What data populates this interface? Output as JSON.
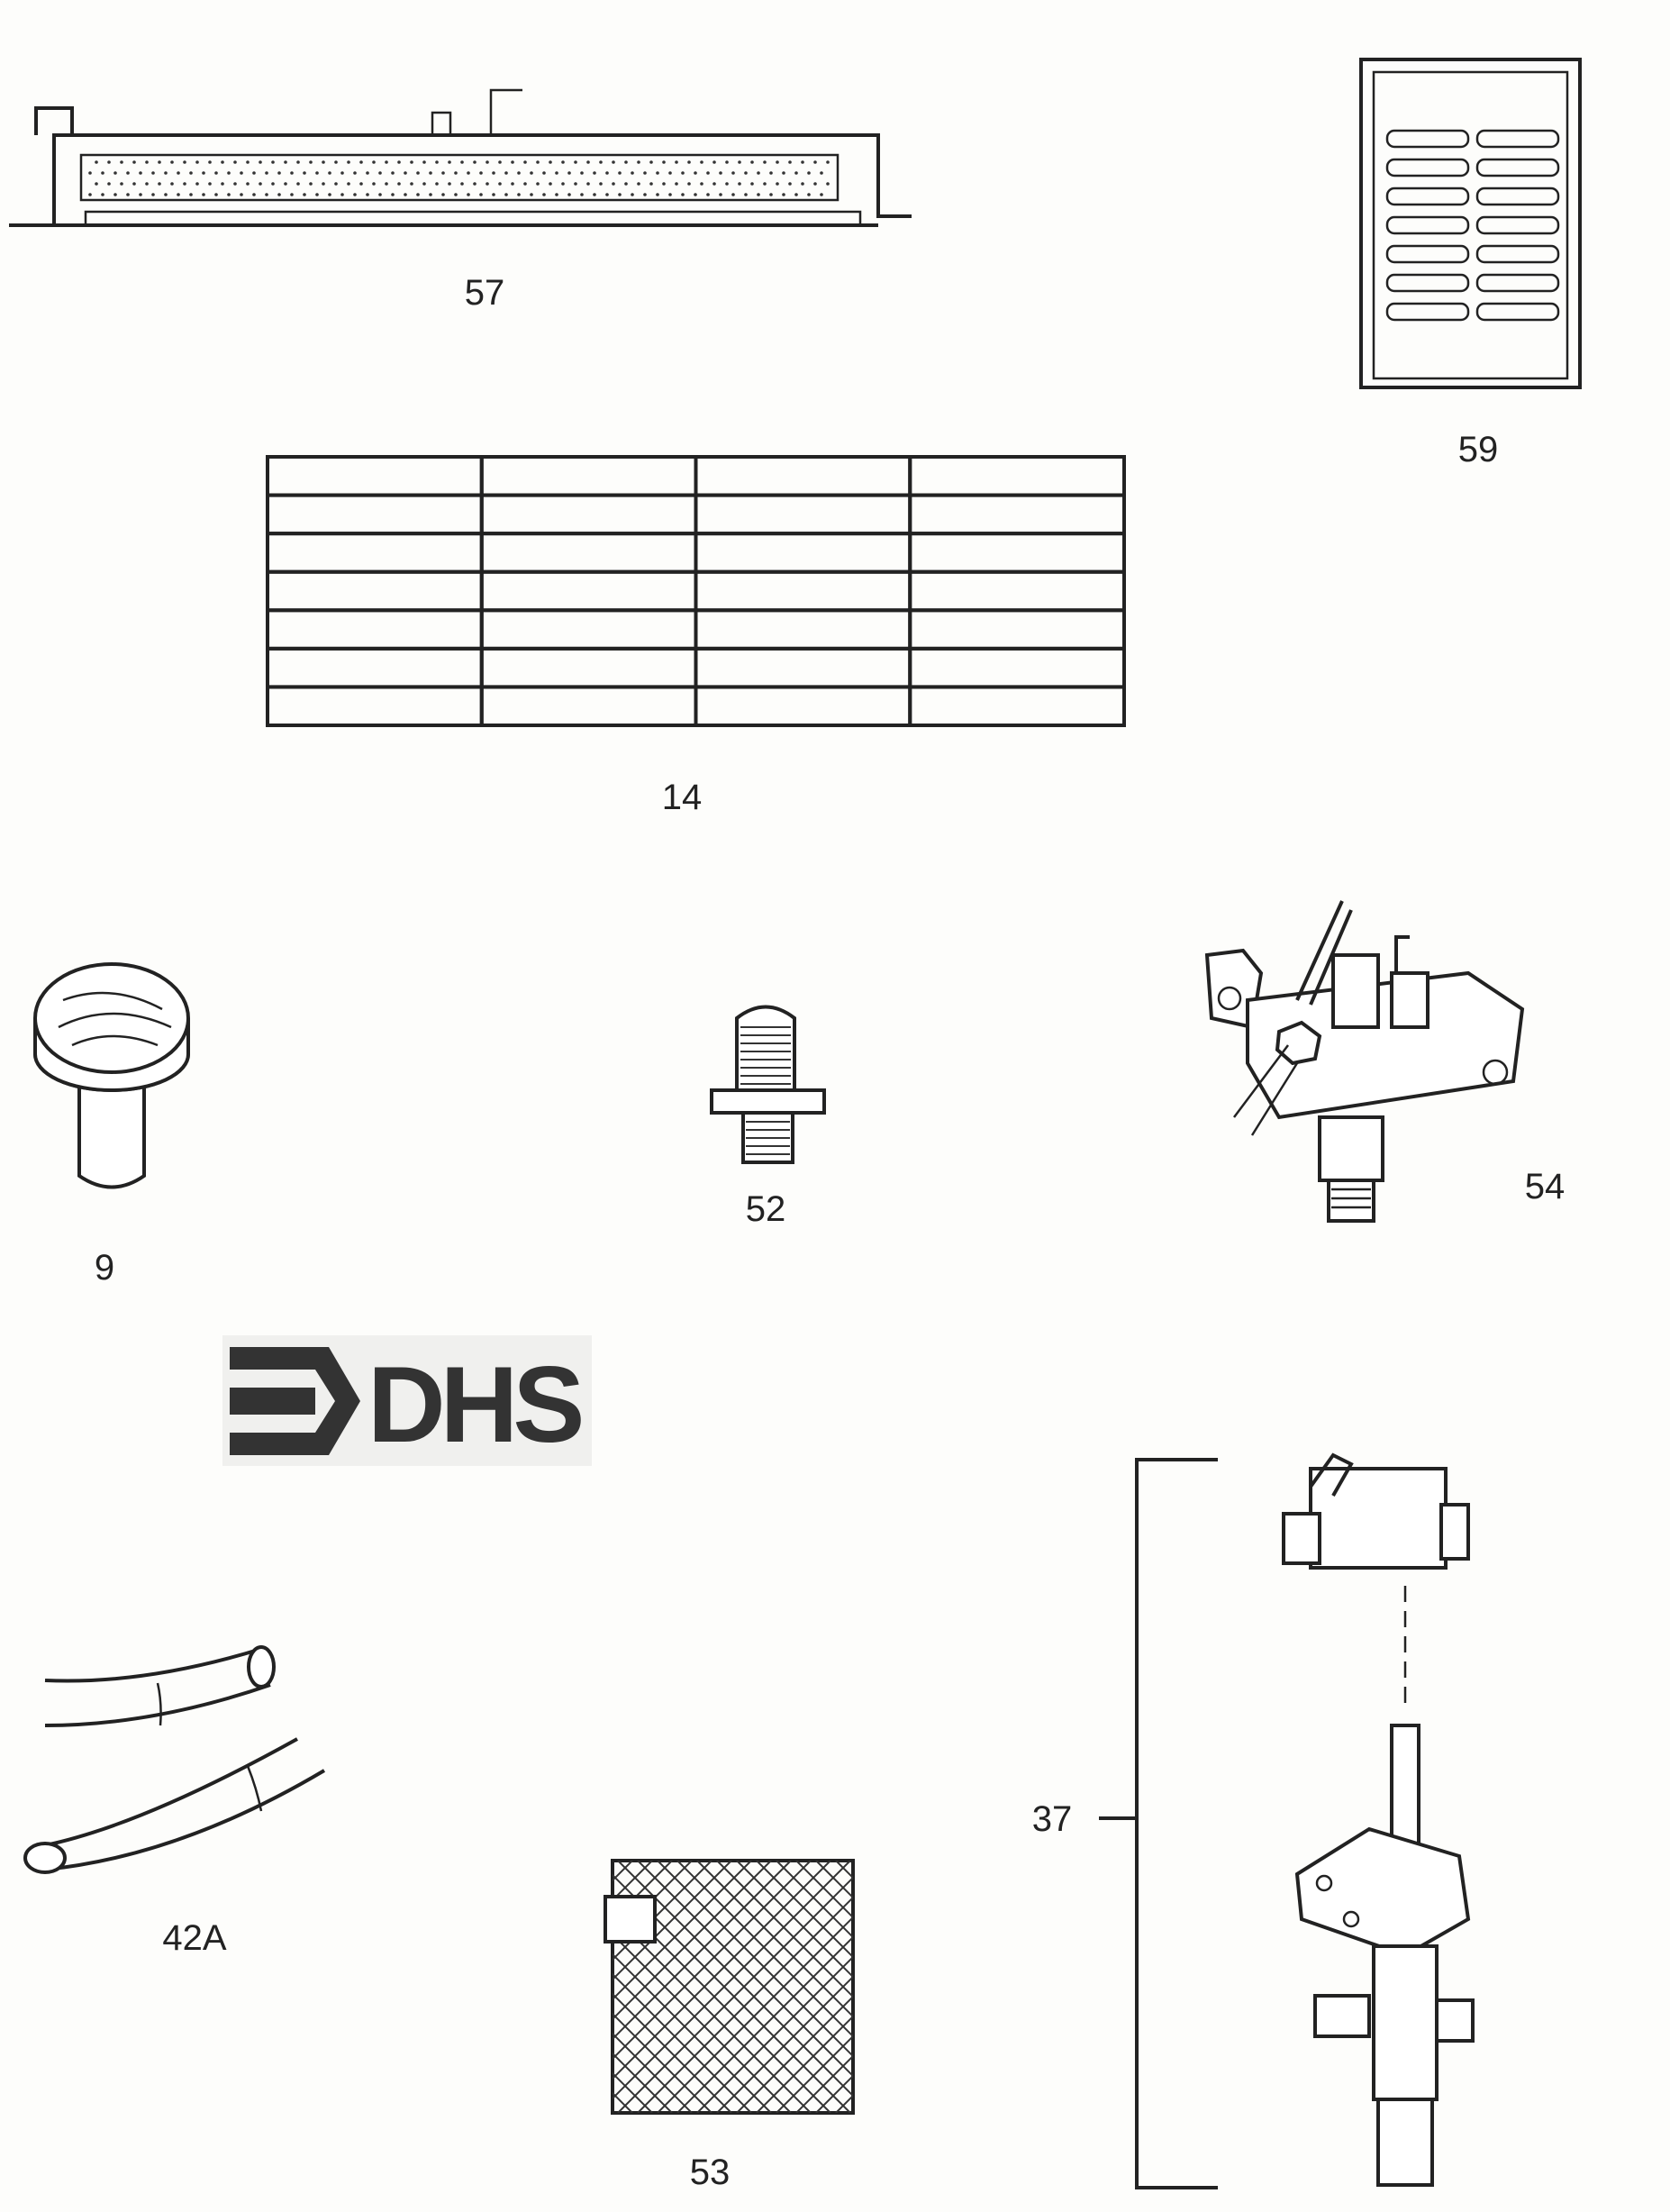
{
  "parts": [
    {
      "id": "57",
      "label": "57"
    },
    {
      "id": "59",
      "label": "59"
    },
    {
      "id": "14",
      "label": "14"
    },
    {
      "id": "9",
      "label": "9"
    },
    {
      "id": "52",
      "label": "52"
    },
    {
      "id": "54",
      "label": "54"
    },
    {
      "id": "42A",
      "label": "42A"
    },
    {
      "id": "53",
      "label": "53"
    },
    {
      "id": "37",
      "label": "37"
    }
  ],
  "logo": {
    "text": "DHS"
  },
  "grid_14": {
    "rows": 7,
    "cols": 4
  }
}
